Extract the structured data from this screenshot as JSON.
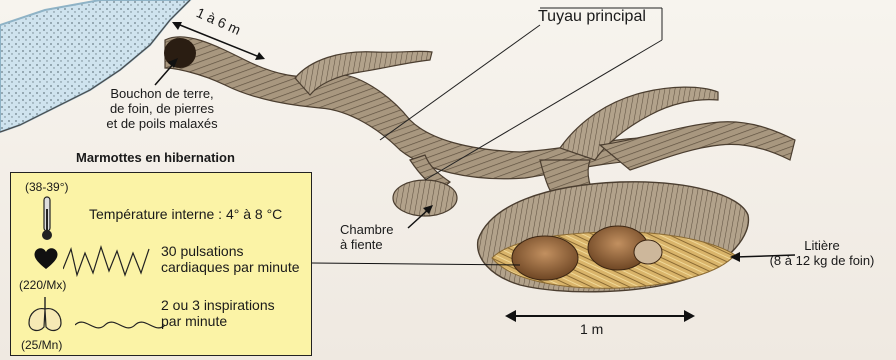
{
  "labels": {
    "length_top": "1 à 6 m",
    "main_tunnel": "Tuyau principal",
    "plug": [
      "Bouchon de terre,",
      "de foin, de pierres",
      "et de poils malaxés"
    ],
    "section_title": "Marmottes en hibernation",
    "latrine": [
      "Chambre",
      "à fiente"
    ],
    "bedding": [
      "Litière",
      "(8 à 12 kg de foin)"
    ],
    "length_bottom": "1 m"
  },
  "panel": {
    "temp_value": "(38-39°)",
    "temp_text": "Température interne : 4° à 8 °C",
    "heart_value": "(220/Mx)",
    "heart_text": [
      "30 pulsations",
      "cardiaques par minute"
    ],
    "breath_value": "(25/Mn)",
    "breath_text": [
      "2 ou 3 inspirations",
      "par minute"
    ]
  },
  "colors": {
    "panel_bg": "#fbf3a6",
    "tunnel": "#a8977f",
    "tunnel_dark": "#6e5f4c",
    "snow": "#cfe3ee",
    "hay": "#d9b46a",
    "marmot": "#9a6a3e"
  },
  "icons": [
    "thermometer-icon",
    "heart-icon",
    "heartbeat-wave-icon",
    "lungs-icon",
    "breath-wave-icon"
  ]
}
